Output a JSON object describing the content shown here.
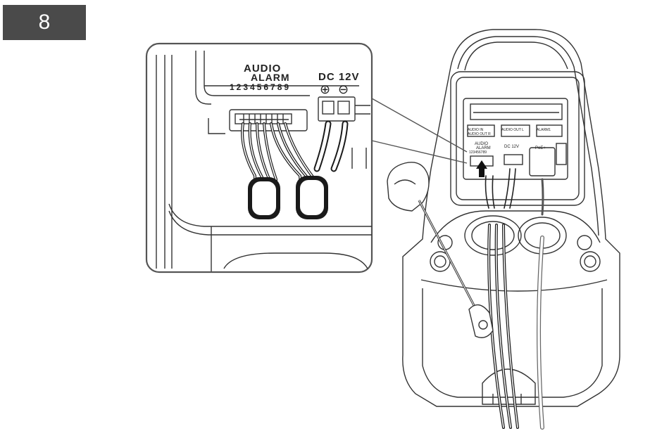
{
  "step": {
    "number": "8",
    "badge_color": "#4a4a4a"
  },
  "zoom_labels": {
    "audio": "AUDIO",
    "alarm": "ALARM",
    "pin_numbers": "123456789",
    "power": "DC 12V",
    "plus_symbol": "⊕",
    "minus_symbol": "⊖"
  },
  "housing_labels": {
    "audio_in": "AUDIO IN",
    "audio_out": "AUDIO OUT L",
    "audio_out_r": "AUDIO OUT R",
    "alarm_row": "ALARM1",
    "audio": "AUDIO",
    "alarm": "ALARM",
    "pin_numbers": "123456789",
    "power": "DC 12V",
    "poe": "PoE+"
  },
  "colors": {
    "line": "#333333",
    "cable": "#1a1a1a",
    "arrow": "#111111"
  }
}
